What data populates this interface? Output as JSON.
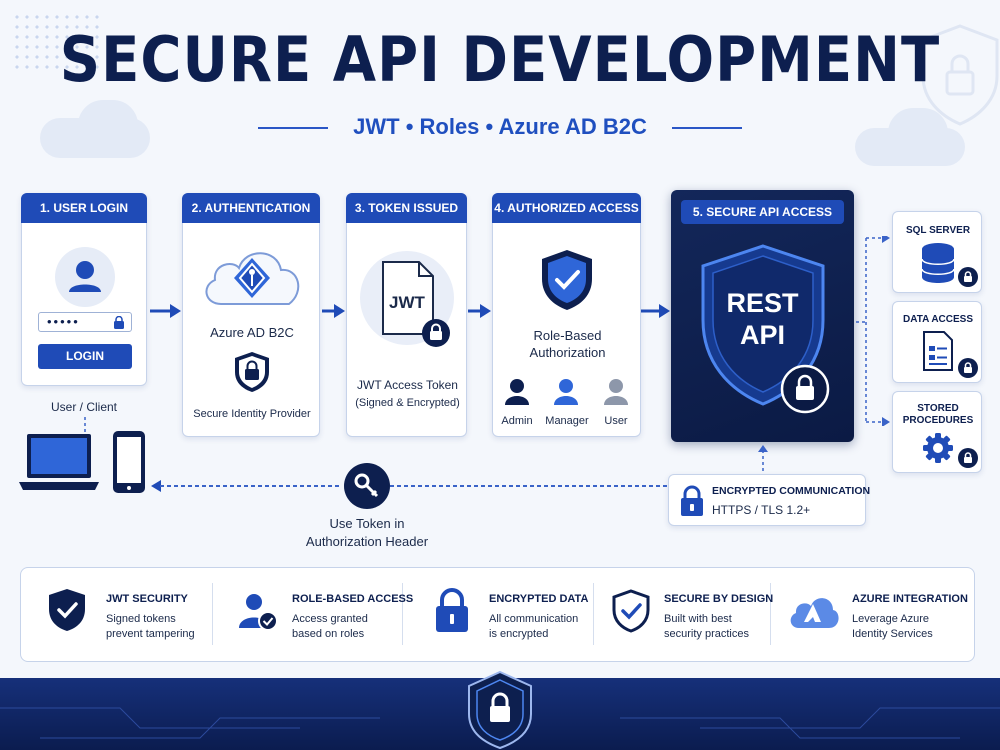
{
  "title": "SECURE API DEVELOPMENT",
  "subtitle": "JWT • Roles • Azure AD B2C",
  "colors": {
    "primary": "#1f4bb7",
    "navy": "#0d1f4f",
    "dark_panel": "#0b1a44",
    "light_bg": "#f4f7fc"
  },
  "steps": [
    {
      "header": "1. USER LOGIN",
      "button": "LOGIN",
      "password_mask": "•••••",
      "icons": [
        "user-avatar-icon",
        "lock-icon"
      ]
    },
    {
      "header": "2. AUTHENTICATION",
      "label": "Azure AD B2C",
      "caption": "Secure Identity Provider",
      "icons": [
        "cloud-icon",
        "azure-diamond-icon",
        "shield-lock-icon"
      ]
    },
    {
      "header": "3. TOKEN ISSUED",
      "doc_label": "JWT",
      "caption": "JWT Access Token",
      "sub_caption": "(Signed & Encrypted)",
      "icons": [
        "document-icon",
        "lock-icon"
      ]
    },
    {
      "header": "4. AUTHORIZED ACCESS",
      "label_line1": "Role-Based",
      "label_line2": "Authorization",
      "roles": [
        "Admin",
        "Manager",
        "User"
      ],
      "icons": [
        "shield-check-icon",
        "person-icon"
      ]
    },
    {
      "header": "5. SECURE API ACCESS",
      "shield_line1": "REST",
      "shield_line2": "API",
      "icons": [
        "shield-icon",
        "lock-icon"
      ]
    }
  ],
  "client": {
    "label": "User / Client",
    "icons": [
      "laptop-icon",
      "phone-icon"
    ]
  },
  "token_return": {
    "line1": "Use Token in",
    "line2": "Authorization Header",
    "icon": "key-icon"
  },
  "encrypted": {
    "title": "ENCRYPTED COMMUNICATION",
    "text": "HTTPS / TLS 1.2+",
    "icon": "lock-icon"
  },
  "resources": [
    {
      "label_line1": "SQL SERVER",
      "label_line2": "",
      "icon": "database-icon"
    },
    {
      "label_line1": "DATA ACCESS",
      "label_line2": "",
      "icon": "document-list-icon"
    },
    {
      "label_line1": "STORED",
      "label_line2": "PROCEDURES",
      "icon": "gear-icon"
    }
  ],
  "features": [
    {
      "title": "JWT SECURITY",
      "line1": "Signed tokens",
      "line2": "prevent tampering",
      "icon": "shield-check-icon"
    },
    {
      "title": "ROLE-BASED ACCESS",
      "line1": "Access granted",
      "line2": "based on roles",
      "icon": "user-check-icon"
    },
    {
      "title": "ENCRYPTED DATA",
      "line1": "All communication",
      "line2": "is encrypted",
      "icon": "padlock-icon"
    },
    {
      "title": "SECURE BY DESIGN",
      "line1": "Built with best",
      "line2": "security practices",
      "icon": "shield-outline-check-icon"
    },
    {
      "title": "AZURE INTEGRATION",
      "line1": "Leverage Azure",
      "line2": "Identity Services",
      "icon": "azure-cloud-icon"
    }
  ]
}
